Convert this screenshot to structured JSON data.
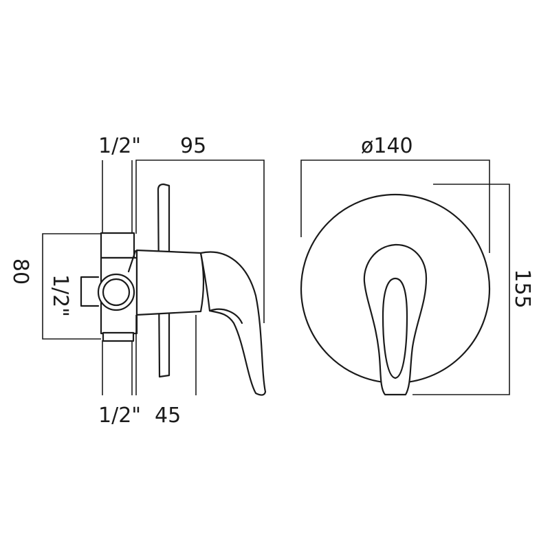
{
  "labels": {
    "top_inlet": "1/2\"",
    "depth_overall": "95",
    "bottom_outlet": "1/2\"",
    "depth_body": "45",
    "height_body": "80",
    "side_inlet": "1/2\"",
    "plate_diameter": "ø140",
    "overall_height": "155"
  },
  "colors": {
    "line": "#1a1a1a",
    "background": "#ffffff"
  }
}
